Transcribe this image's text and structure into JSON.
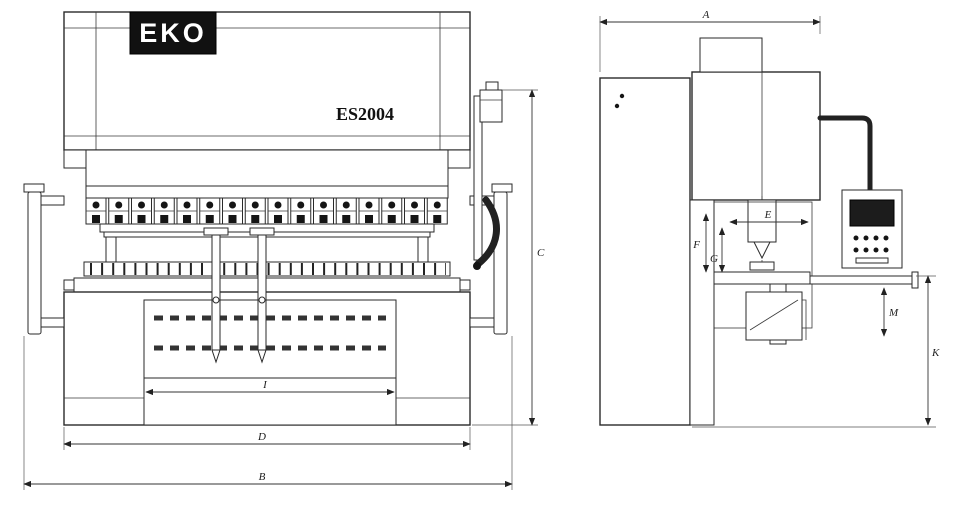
{
  "drawing": {
    "brand": "EKO",
    "model": "ES2004",
    "colors": {
      "line": "#2a2a2a",
      "logo_bg": "#111111",
      "background": "#ffffff"
    },
    "front_view": {
      "dim_height": "C",
      "dim_inner_width": "I",
      "dim_frame_width": "D",
      "dim_overall_width": "B"
    },
    "side_view": {
      "dim_top_depth": "A",
      "dim_right_height": "K",
      "dim_throat_f": "F",
      "dim_throat_g": "G",
      "dim_table_e": "E",
      "dim_arm_m": "M"
    }
  }
}
